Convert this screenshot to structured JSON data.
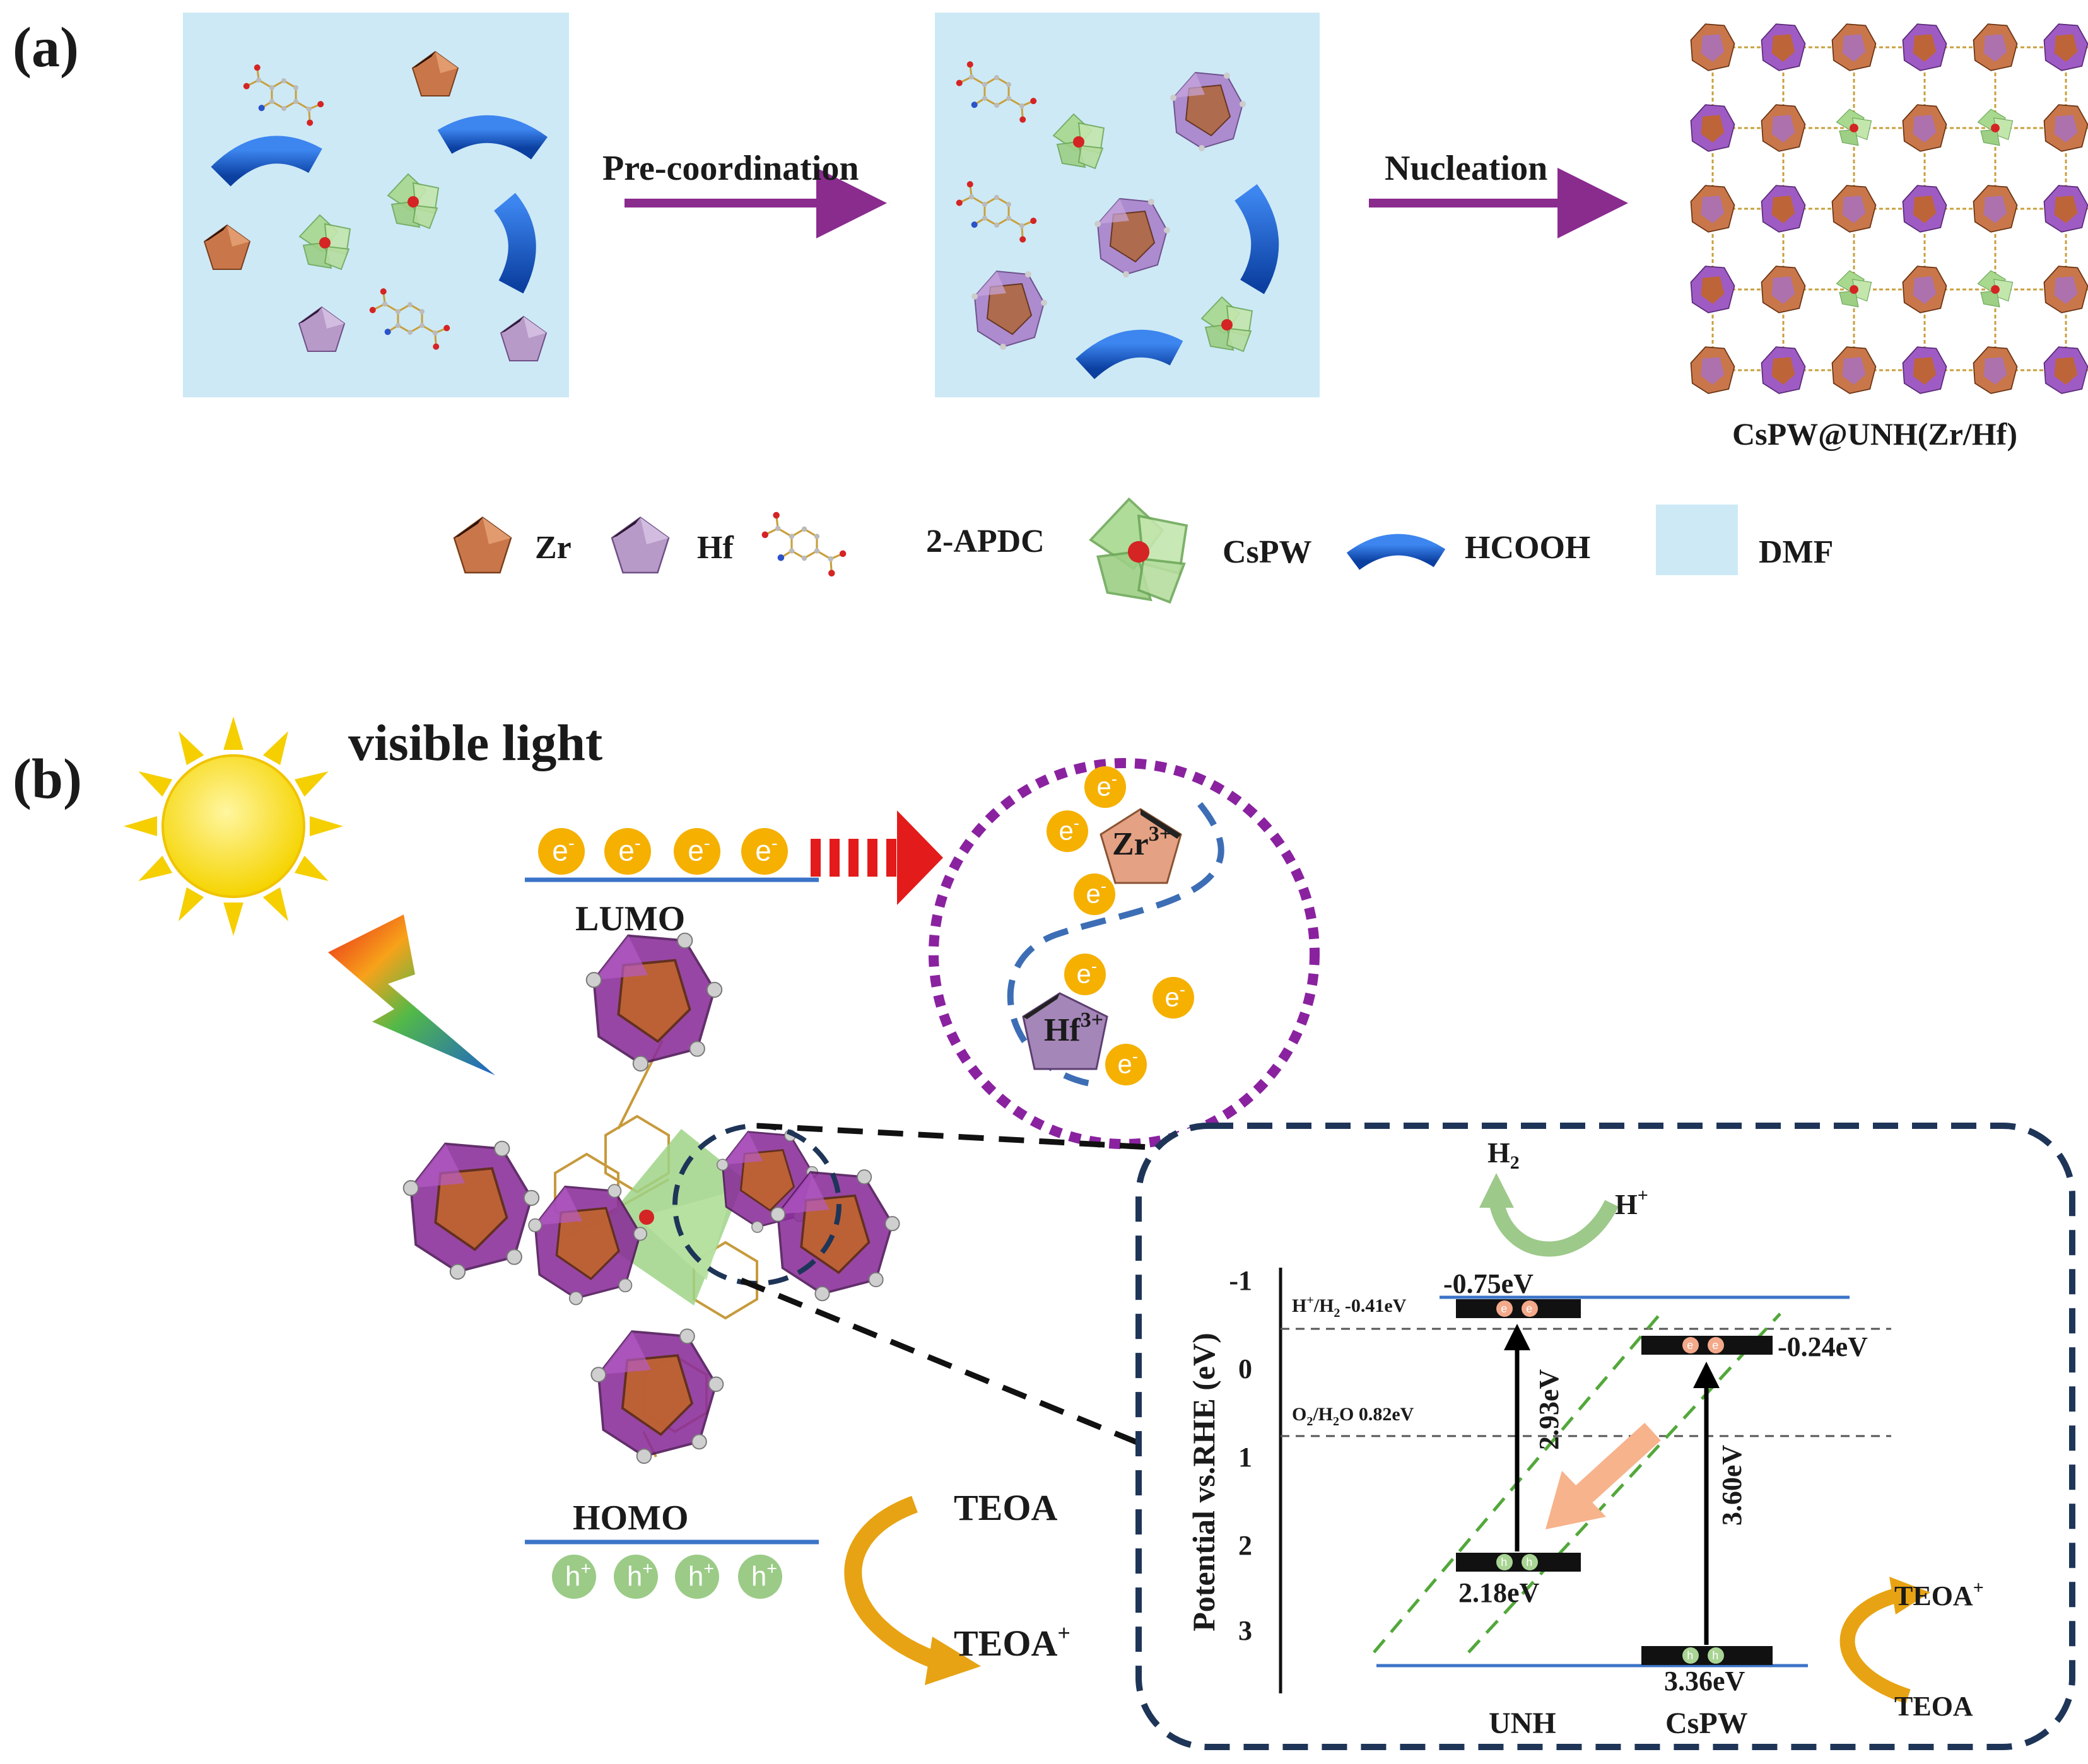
{
  "panel_a": {
    "label": "(a)",
    "step1_arrow_label": "Pre-coordination",
    "step2_arrow_label": "Nucleation",
    "product_label": "CsPW@UNH(Zr/Hf)",
    "legend": {
      "zr": "Zr",
      "hf": "Hf",
      "linker": "2-APDC",
      "pom": "CsPW",
      "modulator": "HCOOH",
      "solvent": "DMF"
    }
  },
  "panel_b": {
    "label": "(b)",
    "light_label": "visible light",
    "lumo_label": "LUMO",
    "homo_label": "HOMO",
    "electron": "e",
    "electron_sup": "-",
    "hole": "h",
    "hole_sup": "+",
    "zr_ion": "Zr",
    "zr_ion_sup": "3+",
    "hf_ion": "Hf",
    "hf_ion_sup": "3+",
    "teoa": "TEOA",
    "teoa_plus": "TEOA",
    "plus_sup": "+",
    "energy_diagram": {
      "ylabel": "Potential vs.RHE (eV)",
      "yticks": [
        "-1",
        "0",
        "1",
        "2",
        "3"
      ],
      "h2": "H",
      "h2_sub": "2",
      "hplus": "H",
      "hplus_sup": "+",
      "h_line_label": "H",
      "h_line_sup": "+",
      "h_line_mid": "/H",
      "h_line_sub": "2",
      "h_line_value": " -0.41eV",
      "o_line_label": "O",
      "o_line_sub": "2",
      "o_line_mid": "/H",
      "o_line_sub2": "2",
      "o_line_value": "O 0.82eV",
      "unh_cb": "-0.75eV",
      "unh_vb": "2.18eV",
      "unh_gap": "2.93eV",
      "cspw_cb": "-0.24eV",
      "cspw_vb": "3.36eV",
      "cspw_gap": "3.60eV",
      "unh_name": "UNH",
      "cspw_name": "CsPW",
      "teoa_plus": "TEOA",
      "teoa": "TEOA",
      "sup_plus": "+"
    }
  },
  "colors": {
    "dmf": "#cde9f6",
    "zr": "#c9774a",
    "hf": "#b79ac8",
    "mof_purple": "#8a2d9a",
    "arrow": "#8a2b8e",
    "hcooh": "#1e5cc7",
    "electron": "#f5b000",
    "hole": "#8fc47b",
    "level_line": "#3b73c8",
    "dashed_frame": "#1e3558",
    "gold_arrow": "#d89a14"
  }
}
